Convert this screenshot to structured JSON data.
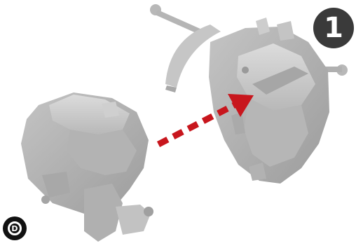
{
  "step": {
    "number": "1"
  },
  "side_marker": {
    "letter": "D"
  },
  "colors": {
    "part_base": "#bdbdbd",
    "part_light": "#d4d4d4",
    "part_dark": "#9a9a9a",
    "arrow": "#c8161d",
    "badge": "#3a3a3a"
  },
  "icons": [
    "assembly-arrow",
    "step-number-badge",
    "side-marker-badge"
  ]
}
